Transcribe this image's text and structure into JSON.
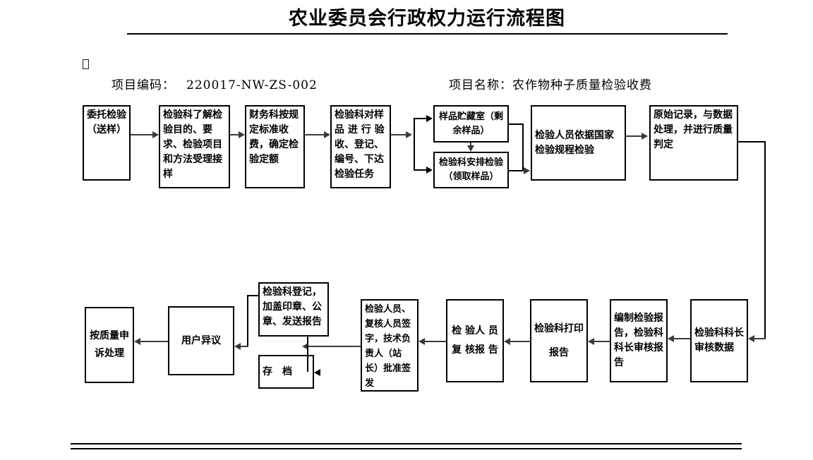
{
  "document": {
    "title": "农业委员会行政权力运行流程图",
    "marker_glyph": "",
    "meta": {
      "code_label": "项目编码：",
      "code_value": "220017-NW-ZS-002",
      "name_label": "项目名称：",
      "name_value": "农作物种子质量检验收费"
    }
  },
  "flowchart": {
    "type": "process-flow",
    "orientation": "left-to-right, serpentine (row 1 → row 2 right-to-left)",
    "nodes": [
      {
        "id": "n1",
        "label": "委托检验（送样）"
      },
      {
        "id": "n2",
        "label": "检验科了解检验目的、要求、检验项目和方法受理接样"
      },
      {
        "id": "n3",
        "label": "财务科按规定标准收费，确定检验定额"
      },
      {
        "id": "n4",
        "label": "检验科对样品 进 行 验收、登记、编号、下达检验任务"
      },
      {
        "id": "n5",
        "label": "样品贮藏室（剩余样品）"
      },
      {
        "id": "n6",
        "label": "检验科安排检验（领取样品）"
      },
      {
        "id": "n7",
        "label": "检验人员依据国家检验规程检验"
      },
      {
        "id": "n8",
        "label": "原始记录，与数据处理，并进行质量判定"
      },
      {
        "id": "n9",
        "label": "检验科科长审核数据"
      },
      {
        "id": "n10",
        "label": "编制检验报告，检验科科长审核报告"
      },
      {
        "id": "n11",
        "label": "检验科打印报告"
      },
      {
        "id": "n12",
        "label": "检 验人 员复 核报 告"
      },
      {
        "id": "n13",
        "label": "检验人员、复核人员签字，技术负责人（站长）批准签发"
      },
      {
        "id": "n14",
        "label": "检验科登记，加盖印章、公章、发送报告"
      },
      {
        "id": "n15",
        "label": "存　档"
      },
      {
        "id": "n16",
        "label": "用户异议"
      },
      {
        "id": "n17",
        "label": "按质量申诉处理"
      }
    ],
    "edges": [
      {
        "from": "n1",
        "to": "n2"
      },
      {
        "from": "n2",
        "to": "n3"
      },
      {
        "from": "n3",
        "to": "n4"
      },
      {
        "from": "n4",
        "to": "n5"
      },
      {
        "from": "n4",
        "to": "n6"
      },
      {
        "from": "n5",
        "to": "n6"
      },
      {
        "from": "n5",
        "to": "n7"
      },
      {
        "from": "n6",
        "to": "n7"
      },
      {
        "from": "n7",
        "to": "n8"
      },
      {
        "from": "n8",
        "to": "n9"
      },
      {
        "from": "n9",
        "to": "n10"
      },
      {
        "from": "n10",
        "to": "n11"
      },
      {
        "from": "n11",
        "to": "n12"
      },
      {
        "from": "n12",
        "to": "n13"
      },
      {
        "from": "n13",
        "to": "n14"
      },
      {
        "from": "n13",
        "to": "n15"
      },
      {
        "from": "n14",
        "to": "n16"
      },
      {
        "from": "n16",
        "to": "n17"
      }
    ]
  },
  "colors": {
    "ink": "#000000",
    "connector": "#3a3a3a",
    "page": "#ffffff"
  }
}
